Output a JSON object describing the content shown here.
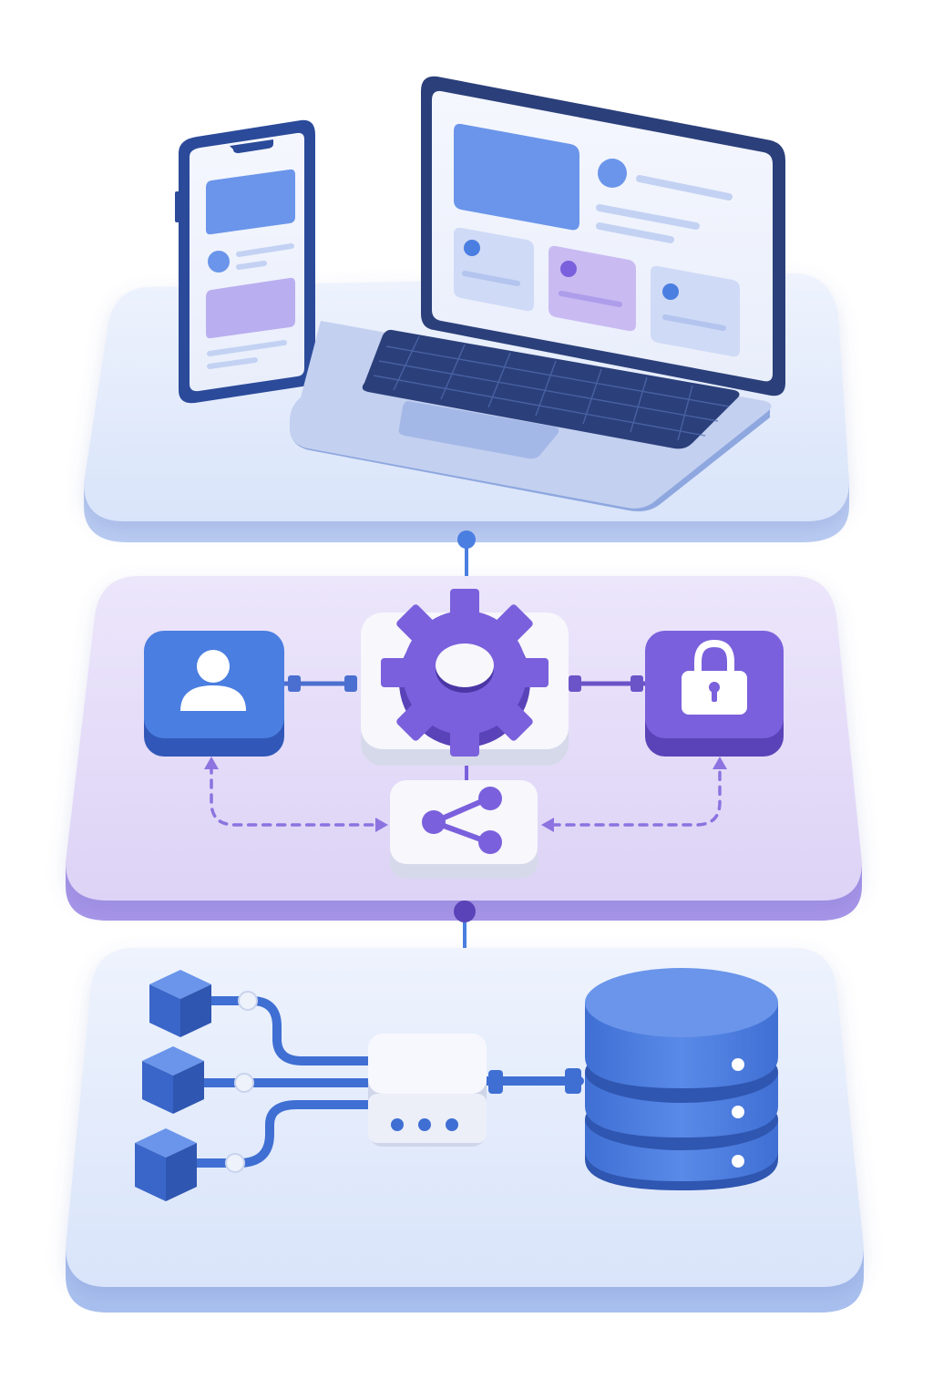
{
  "diagram": {
    "layers": [
      {
        "id": "client",
        "content": [
          "phone-device",
          "laptop-device"
        ]
      },
      {
        "id": "service",
        "content": [
          "user-node",
          "gear-node",
          "lock-node",
          "share-node"
        ]
      },
      {
        "id": "data",
        "content": [
          "source-cube-1",
          "source-cube-2",
          "source-cube-3",
          "hub-node",
          "database"
        ]
      }
    ],
    "colors": {
      "client_layer": "#dbe6fb",
      "service_layer": "#e4dcf8",
      "data_layer": "#dbe6fb",
      "primary_blue": "#4a7ee0",
      "primary_purple": "#7a60dc",
      "accent_lavender": "#c9bbf2"
    }
  }
}
